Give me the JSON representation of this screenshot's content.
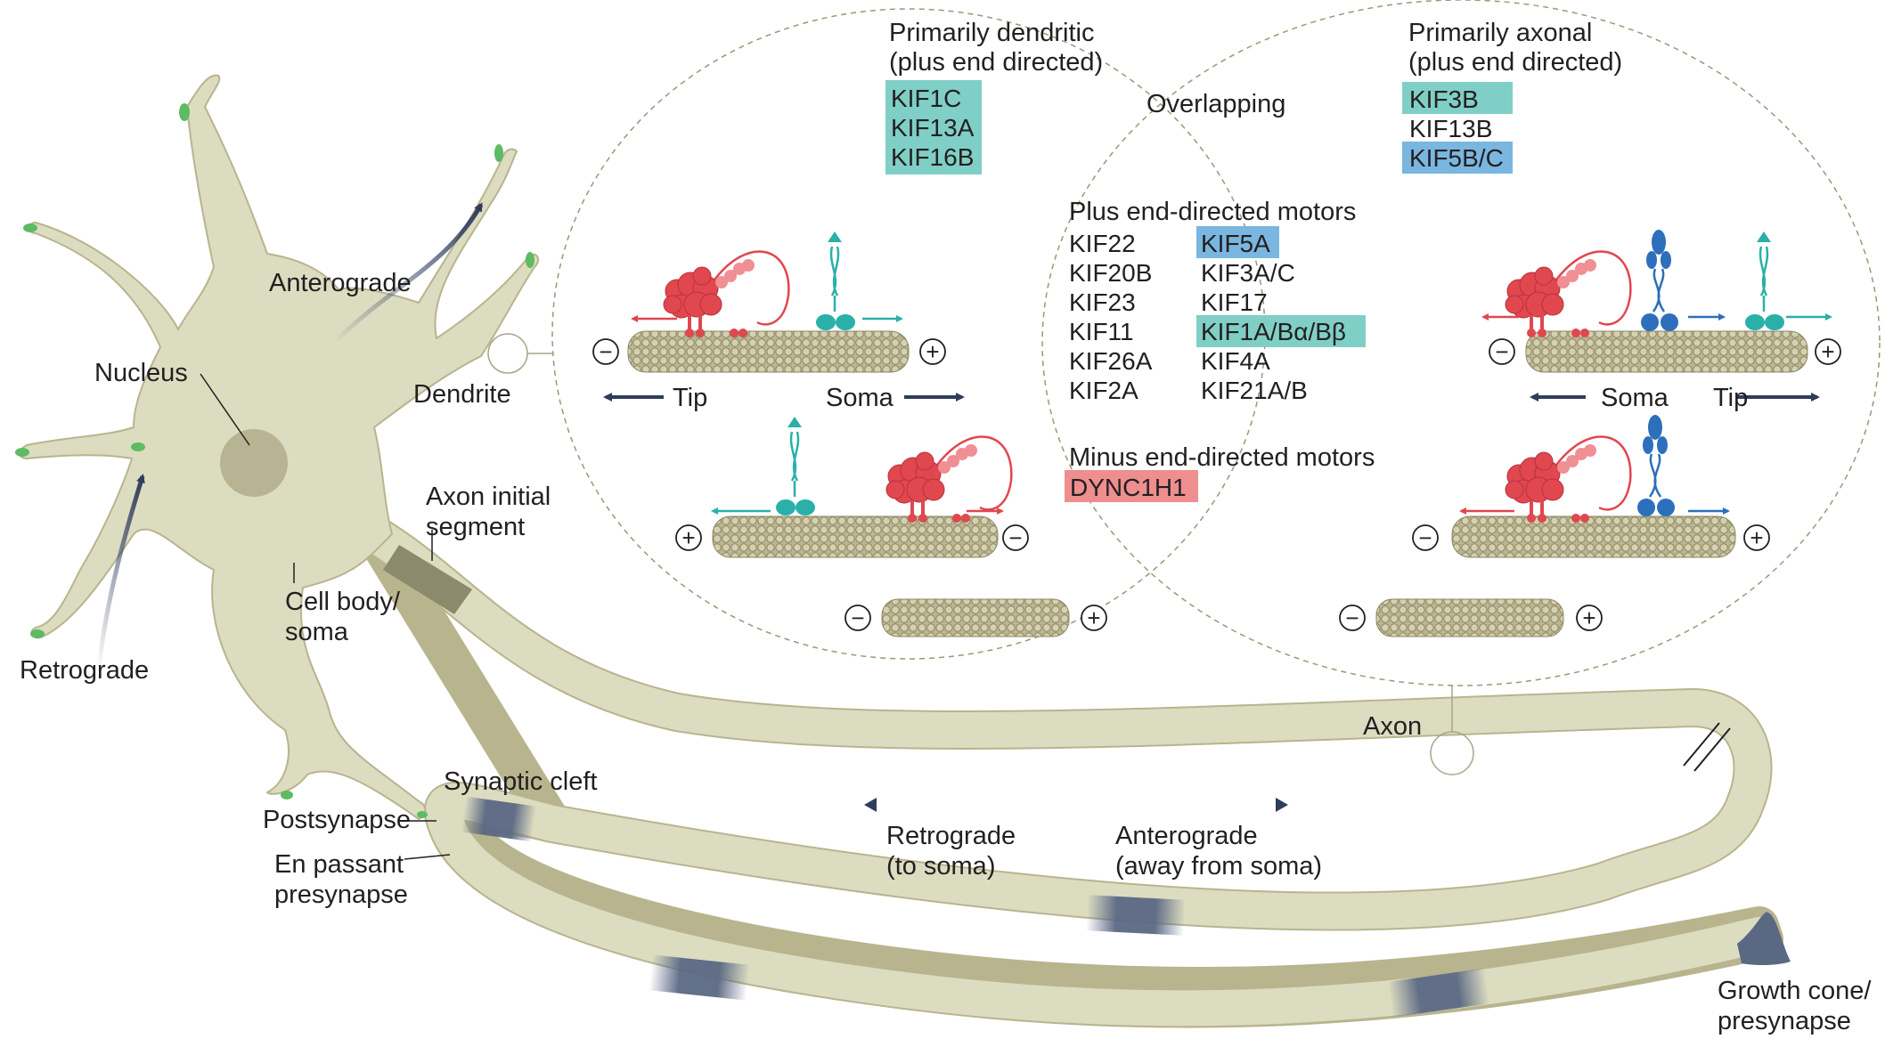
{
  "neuron_labels": {
    "anterograde": "Anterograde",
    "retrograde": "Retrograde",
    "nucleus": "Nucleus",
    "dendrite": "Dendrite",
    "axon_initial_segment": [
      "Axon initial",
      "segment"
    ],
    "cell_body": [
      "Cell body/",
      "soma"
    ],
    "synaptic_cleft": "Synaptic cleft",
    "postsynapse": "Postsynapse",
    "en_passant": [
      "En passant",
      "presynapse"
    ],
    "axon": "Axon",
    "growth_cone": [
      "Growth cone/",
      "presynapse"
    ]
  },
  "transport_legend": {
    "retrograde": [
      "Retrograde",
      "(to soma)"
    ],
    "anterograde": [
      "Anterograde",
      "(away from soma)"
    ]
  },
  "dendritic": {
    "heading": [
      "Primarily dendritic",
      "(plus end directed)"
    ],
    "motors": [
      "KIF1C",
      "KIF13A",
      "KIF16B"
    ],
    "direction_left": "Tip",
    "direction_right": "Soma"
  },
  "overlapping": {
    "heading": "Overlapping",
    "plus_heading": "Plus end-directed motors",
    "plus_col1": [
      "KIF22",
      "KIF20B",
      "KIF23",
      "KIF11",
      "KIF26A",
      "KIF2A"
    ],
    "plus_col2": [
      "KIF5A",
      "KIF3A/C",
      "KIF17",
      "KIF1A/Bα/Bβ",
      "KIF4A",
      "KIF21A/B"
    ],
    "minus_heading": "Minus end-directed motors",
    "minus_motors": [
      "DYNC1H1"
    ]
  },
  "axonal": {
    "heading": [
      "Primarily axonal",
      "(plus end directed)"
    ],
    "motors": [
      "KIF3B",
      "KIF13B",
      "KIF5B/C"
    ],
    "direction_left": "Soma",
    "direction_right": "Tip"
  },
  "polarity": {
    "plus": "+",
    "minus": "−"
  },
  "colors": {
    "teal_highlight": "#7fcfc6",
    "blue_highlight": "#79b6e0",
    "red_highlight": "#ee8e8e",
    "neuron_fill": "#dcdcc0",
    "neuron_dark": "#8c8a6c",
    "arrow_dark": "#2f3c5c",
    "dynein_red": "#e0474f",
    "kinesin_teal": "#2ab0a8",
    "kinesin_blue": "#2d6fba"
  }
}
